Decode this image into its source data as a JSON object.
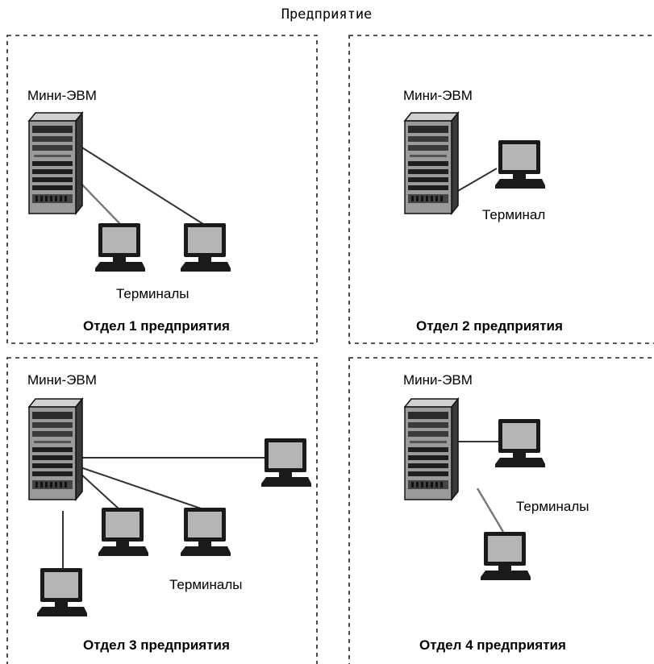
{
  "title": "Предприятие",
  "departments": [
    {
      "name": "Отдел 1 предприятия",
      "server_label": "Мини-ЭВМ",
      "terminals_label": "Терминалы"
    },
    {
      "name": "Отдел 2 предприятия",
      "server_label": "Мини-ЭВМ",
      "terminals_label": "Терминал"
    },
    {
      "name": "Отдел 3 предприятия",
      "server_label": "Мини-ЭВМ",
      "terminals_label": "Терминалы"
    },
    {
      "name": "Отдел 4 предприятия",
      "server_label": "Мини-ЭВМ",
      "terminals_label": "Терминалы"
    }
  ],
  "icons": {
    "server": "server-tower-icon",
    "terminal": "terminal-monitor-icon"
  },
  "colors": {
    "line": "#333333",
    "screen": "#b5b5b5",
    "case": "#9a9a9a",
    "dark": "#1a1a1a"
  }
}
